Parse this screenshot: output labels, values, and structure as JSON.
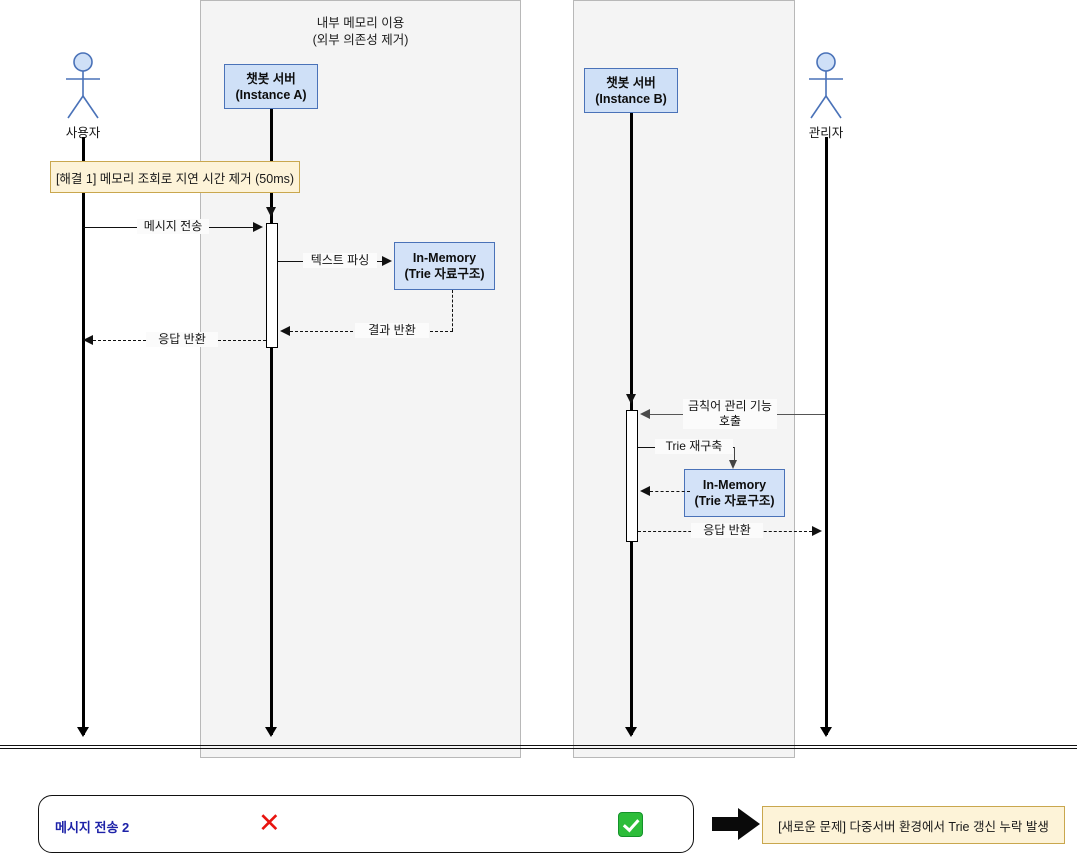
{
  "diagram": {
    "type": "uml-sequence-diagram",
    "frames": [
      {
        "id": "frame-instance-a",
        "title": "내부 메모리 이용\n(외부 의존성 제거)"
      },
      {
        "id": "frame-instance-b",
        "title": ""
      }
    ],
    "actors": [
      {
        "id": "actor-user",
        "label": "사용자"
      },
      {
        "id": "actor-admin",
        "label": "관리자"
      }
    ],
    "participants": [
      {
        "id": "chatbot-a",
        "line1": "챗봇 서버",
        "line2": "(Instance A)"
      },
      {
        "id": "chatbot-b",
        "line1": "챗봇 서버",
        "line2": "(Instance B)"
      },
      {
        "id": "memory-a",
        "line1": "In-Memory",
        "line2": "(Trie 자료구조)"
      },
      {
        "id": "memory-b",
        "line1": "In-Memory",
        "line2": "(Trie 자료구조)"
      }
    ],
    "notes": [
      {
        "id": "note-solution-1",
        "text": "[해결 1] 메모리 조회로 지연 시간 제거 (50ms)"
      }
    ],
    "messages": [
      {
        "id": "msg-send-message",
        "label": "메시지 전송",
        "style": "solid"
      },
      {
        "id": "msg-text-parse",
        "label": "텍스트 파싱",
        "style": "solid"
      },
      {
        "id": "msg-result-return",
        "label": "결과 반환",
        "style": "dashed"
      },
      {
        "id": "msg-response-return-user",
        "label": "응답 반환",
        "style": "dashed"
      },
      {
        "id": "msg-banned-word-call",
        "label": "금칙어 관리 기능\n호출",
        "style": "solid"
      },
      {
        "id": "msg-trie-rebuild",
        "label": "Trie 재구축",
        "style": "solid"
      },
      {
        "id": "msg-response-return-admin",
        "label": "응답 반환",
        "style": "dashed"
      }
    ]
  },
  "summary": {
    "card_title": "메시지 전송 2",
    "fail_mark": "✕",
    "pass_mark": "check",
    "arrow": "right-arrow",
    "outcome_note": "[새로운 문제] 다중서버 환경에서 Trie 갱신 누락 발생"
  },
  "colors": {
    "participant_fill": "#cfe0f7",
    "participant_border": "#4a72b8",
    "frame_fill": "#f4f4f4",
    "note_fill": "#fdf3d8",
    "note_border": "#c9a74e",
    "title_blue": "#1d22a8",
    "fail_red": "#e8140f",
    "pass_green": "#2dbd3a"
  }
}
